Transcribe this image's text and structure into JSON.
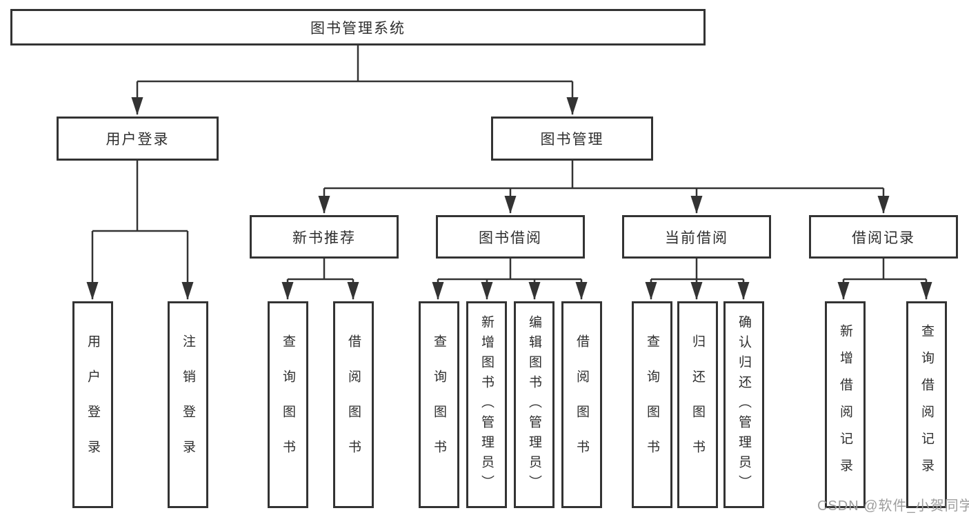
{
  "tree": {
    "root": {
      "label": "图书管理系统"
    },
    "level2": [
      {
        "label": "用户登录"
      },
      {
        "label": "图书管理"
      }
    ],
    "level3": [
      {
        "label": "新书推荐",
        "parent": "图书管理"
      },
      {
        "label": "图书借阅",
        "parent": "图书管理"
      },
      {
        "label": "当前借阅",
        "parent": "图书管理"
      },
      {
        "label": "借阅记录",
        "parent": "图书管理"
      }
    ],
    "leaves": [
      {
        "label": "用户登录",
        "parent": "用户登录"
      },
      {
        "label": "注销登录",
        "parent": "用户登录"
      },
      {
        "label": "查询图书",
        "parent": "新书推荐"
      },
      {
        "label": "借阅图书",
        "parent": "新书推荐"
      },
      {
        "label": "查询图书",
        "parent": "图书借阅"
      },
      {
        "label": "新增图书（管理员）",
        "parent": "图书借阅"
      },
      {
        "label": "编辑图书（管理员）",
        "parent": "图书借阅"
      },
      {
        "label": "借阅图书",
        "parent": "图书借阅"
      },
      {
        "label": "查询图书",
        "parent": "当前借阅"
      },
      {
        "label": "归还图书",
        "parent": "当前借阅"
      },
      {
        "label": "确认归还（管理员）",
        "parent": "当前借阅"
      },
      {
        "label": "新增借阅记录",
        "parent": "借阅记录"
      },
      {
        "label": "查询借阅记录",
        "parent": "借阅记录"
      }
    ]
  },
  "watermark": {
    "text": "CSDN @软件_小贺同学"
  },
  "colors": {
    "line": "#333333",
    "box_border": "#333333",
    "text": "#2e2e2e",
    "watermark": "#9d9d9d",
    "background": "#ffffff"
  }
}
